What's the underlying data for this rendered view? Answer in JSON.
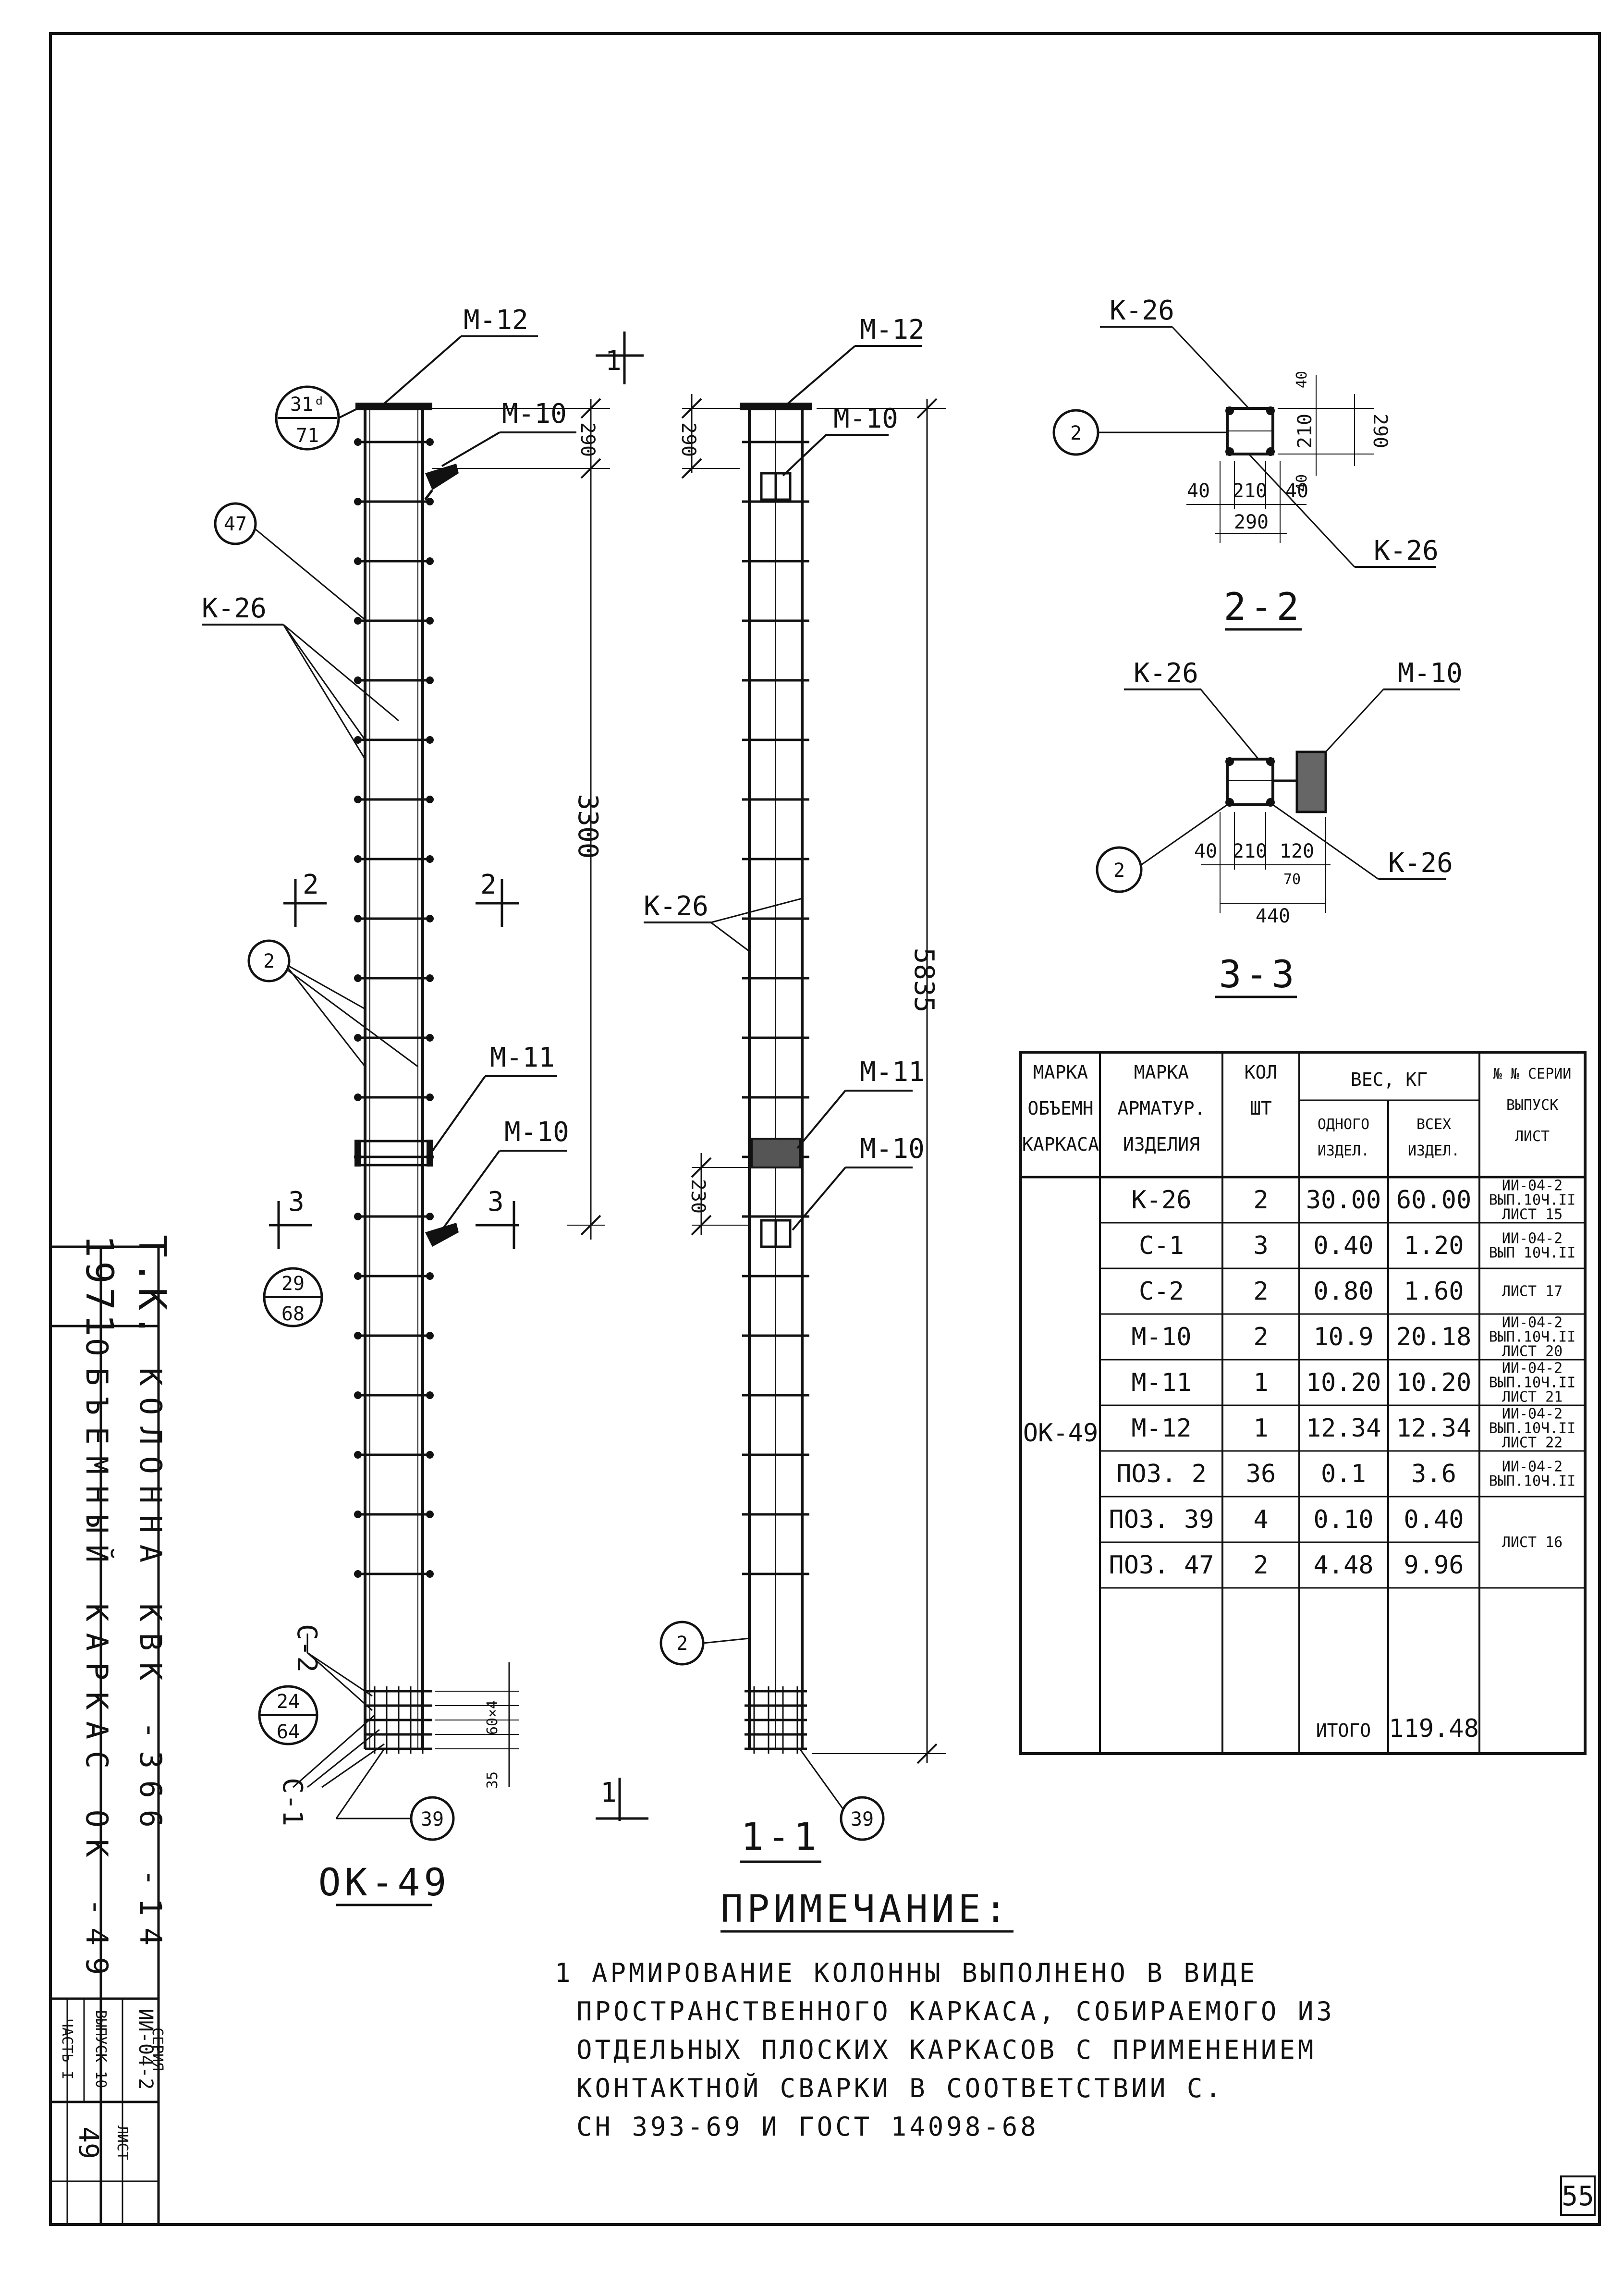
{
  "side_block": {
    "year": "1971",
    "org": "Т.К.",
    "title1": "КОЛОННА  КВК -366 -14",
    "title2": "ОБЪЕМНЫЙ  КАРКАС  ОК -49",
    "series_label": "СЕРИЯ",
    "series_value": "ИИ-04-2",
    "issue_label": "ВЫПУСК 10",
    "part_label": "ЧАСТЬ I",
    "sheet_label": "ЛИСТ",
    "sheet_value": "49"
  },
  "elevation_main": {
    "mark_top": "М-12",
    "mark_m10_top": "М-10",
    "mark_m11": "М-11",
    "mark_m10_mid": "М-10",
    "k26": "К-26",
    "pos47": "47",
    "pos2": "2",
    "pos39": "39",
    "c2": "С-2",
    "c1": "С-1",
    "ref1_top": "31ᵈ",
    "ref1_bot": "71",
    "ref2_top": "29",
    "ref2_bot": "68",
    "ref3_top": "24",
    "ref3_bot": "64",
    "dim_290": "290",
    "dim_3300": "3300",
    "dim_60x4": "60×4",
    "dim_35": "35",
    "cut2": "2",
    "cut3": "3",
    "cut1": "1",
    "caption": "ОК-49"
  },
  "section_11": {
    "mark_top": "М-12",
    "mark_m10_top": "М-10",
    "mark_m11": "М-11",
    "mark_m10_mid": "М-10",
    "k26": "К-26",
    "pos2": "2",
    "pos39": "39",
    "dim_290": "290",
    "dim_230": "230",
    "dim_5835": "5835",
    "caption": "1-1"
  },
  "section_22": {
    "k26_top": "К-26",
    "k26_bot": "К-26",
    "pos2": "2",
    "dims": [
      "40",
      "210",
      "40",
      "290",
      "40",
      "210",
      "40",
      "290"
    ],
    "caption": "2-2"
  },
  "section_33": {
    "k26_top": "К-26",
    "m10": "М-10",
    "k26_right": "К-26",
    "pos2": "2",
    "dims": [
      "40",
      "210",
      "120",
      "70",
      "440"
    ],
    "caption": "3-3"
  },
  "table": {
    "headers": {
      "col1": [
        "МАРКА",
        "ОБЪЕМН",
        "КАРКАСА"
      ],
      "col2": [
        "МАРКА",
        "АРМАТУР.",
        "ИЗДЕЛИЯ"
      ],
      "col3": [
        "КОЛ",
        "ШТ"
      ],
      "col4": "ВЕС, КГ",
      "col4a": [
        "ОДНОГО",
        "ИЗДЕЛ."
      ],
      "col4b": [
        "ВСЕХ",
        "ИЗДЕЛ."
      ],
      "col5": [
        "№ № СЕРИИ",
        "ВЫПУСК",
        "ЛИСТ"
      ]
    },
    "frame_mark": "ОК-49",
    "rows": [
      {
        "item": "К-26",
        "qty": "2",
        "one": "30.00",
        "all": "60.00"
      },
      {
        "item": "С-1",
        "qty": "3",
        "one": "0.40",
        "all": "1.20"
      },
      {
        "item": "С-2",
        "qty": "2",
        "one": "0.80",
        "all": "1.60"
      },
      {
        "item": "М-10",
        "qty": "2",
        "one": "10.9",
        "all": "20.18"
      },
      {
        "item": "М-11",
        "qty": "1",
        "one": "10.20",
        "all": "10.20"
      },
      {
        "item": "М-12",
        "qty": "1",
        "one": "12.34",
        "all": "12.34"
      },
      {
        "item": "ПОЗ. 2",
        "qty": "36",
        "one": "0.1",
        "all": "3.6"
      },
      {
        "item": "ПОЗ. 39",
        "qty": "4",
        "one": "0.10",
        "all": "0.40"
      },
      {
        "item": "ПОЗ. 47",
        "qty": "2",
        "one": "4.48",
        "all": "9.96"
      }
    ],
    "total_label": "ИТОГО",
    "total_value": "119.48",
    "refs": [
      [
        "ИИ-04-2",
        "ВЫП.10Ч.II",
        "ЛИСТ 15"
      ],
      [
        "ИИ-04-2",
        "ВЫП 10Ч.II"
      ],
      [
        "ЛИСТ 17"
      ],
      [
        "ИИ-04-2",
        "ВЫП.10Ч.II",
        "ЛИСТ 20"
      ],
      [
        "ИИ-04-2",
        "ВЫП.10Ч.II",
        "ЛИСТ 21"
      ],
      [
        "ИИ-04-2",
        "ВЫП.10Ч.II",
        "ЛИСТ 22"
      ],
      [
        "ИИ-04-2",
        "ВЫП.10Ч.II"
      ],
      [
        "ЛИСТ 16"
      ]
    ]
  },
  "note": {
    "heading": "ПРИМЕЧАНИЕ:",
    "lines": [
      "1 АРМИРОВАНИЕ КОЛОННЫ ВЫПОЛНЕНО В ВИДЕ",
      "ПРОСТРАНСТВЕННОГО КАРКАСА, СОБИРАЕМОГО ИЗ",
      "ОТДЕЛЬНЫХ ПЛОСКИХ КАРКАСОВ С ПРИМЕНЕНИЕМ",
      "КОНТАКТНОЙ СВАРКИ В СООТВЕТСТВИИ С.",
      "СН 393-69 И ГОСТ 14098-68"
    ]
  },
  "page_number": "55"
}
